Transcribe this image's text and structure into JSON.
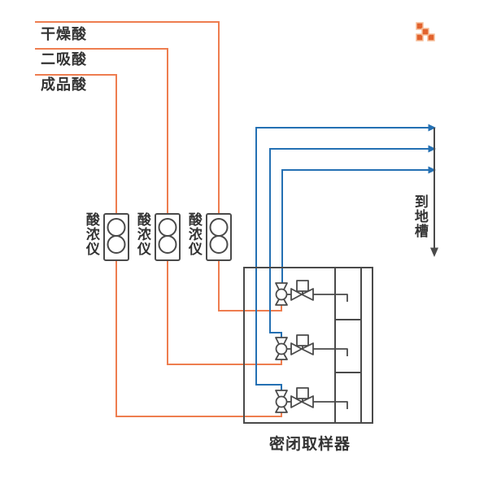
{
  "colors": {
    "pipe_orange": "#EE7D4F",
    "pipe_blue": "#2470B3",
    "line_dark": "#4A4A4A",
    "text_dark": "#333333",
    "logo_orange": "#E2622D",
    "logo_halo": "#F6BE9A"
  },
  "sources": [
    {
      "label": "干燥酸"
    },
    {
      "label": "二吸酸"
    },
    {
      "label": "成品酸"
    }
  ],
  "meters": [
    {
      "label": "酸浓仪"
    },
    {
      "label": "酸浓仪"
    },
    {
      "label": "酸浓仪"
    }
  ],
  "drain": {
    "label": "到地槽"
  },
  "sampler": {
    "label": "密闭取样器"
  },
  "logo": {
    "icon": "four-orange-squares"
  }
}
